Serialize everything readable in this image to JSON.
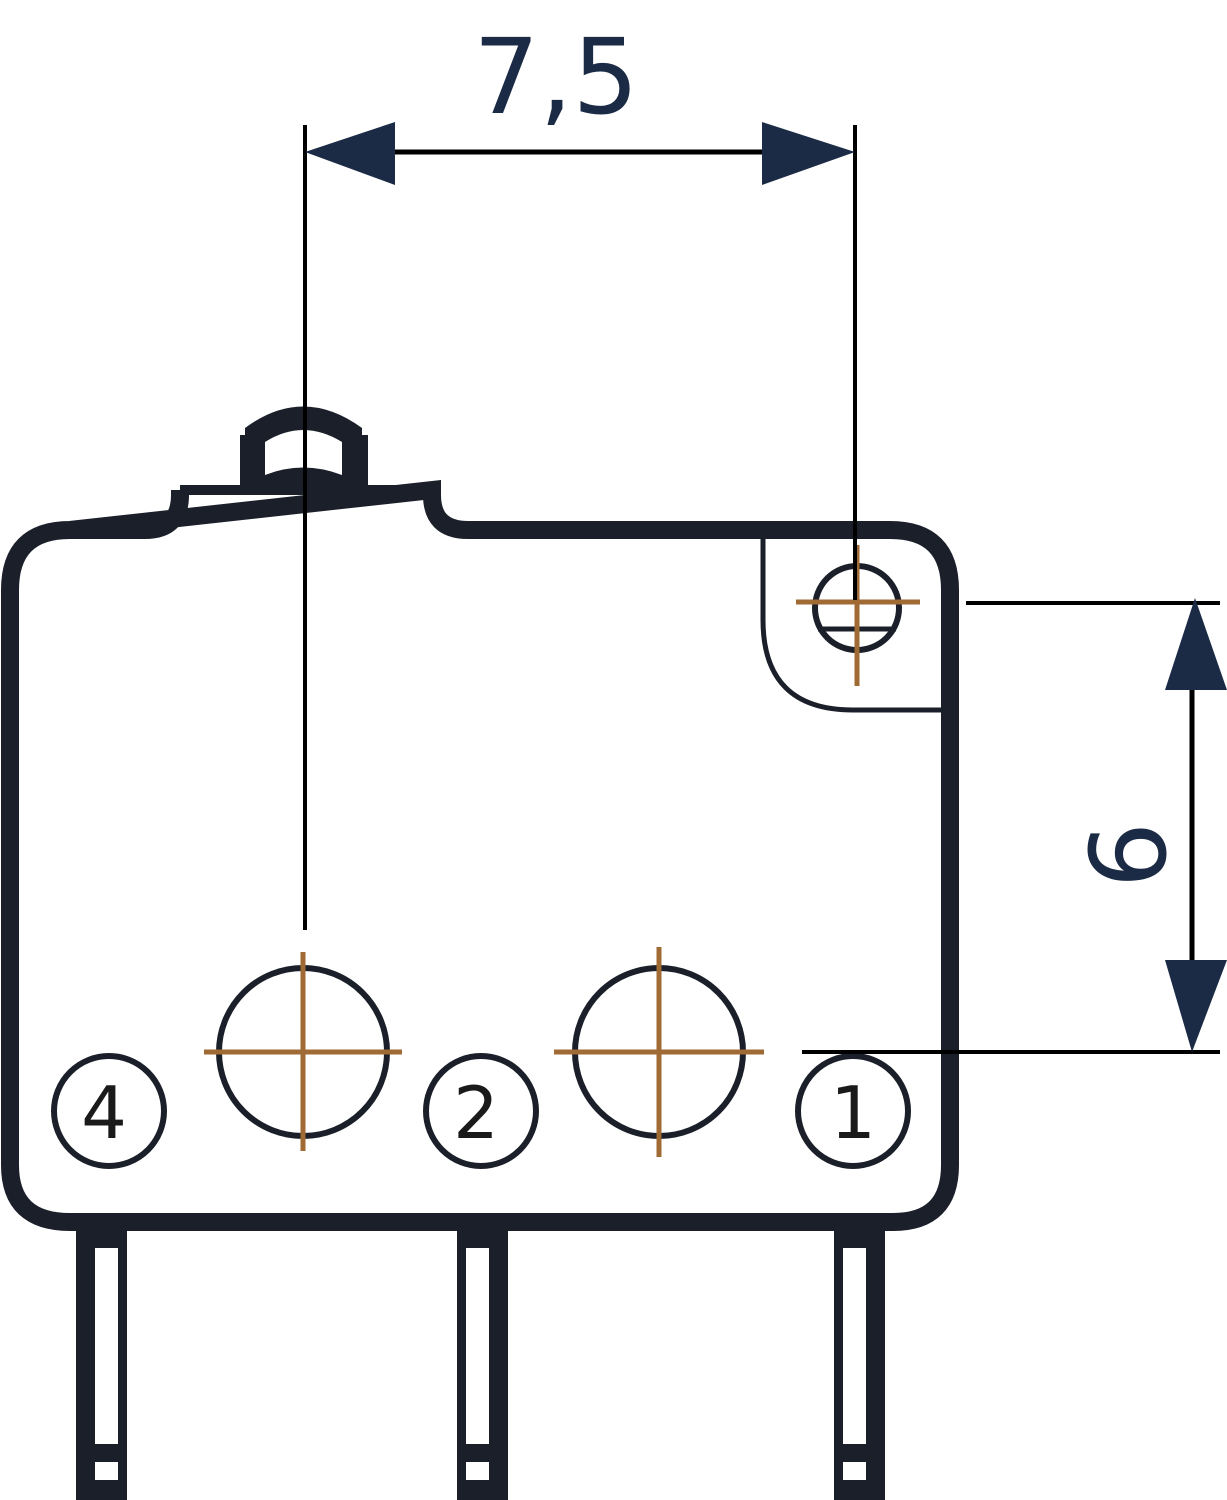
{
  "diagram": {
    "type": "technical-dimension-drawing",
    "subject": "microswitch outline",
    "colors": {
      "outline": "#1a1f29",
      "dimension_arrow": "#1c2b45",
      "centerline": "#a06a35",
      "background": "#ffffff"
    },
    "dimensions": {
      "horizontal": {
        "label": "7,5"
      },
      "vertical": {
        "label": "6"
      }
    },
    "terminals": [
      {
        "label": "4"
      },
      {
        "label": "2"
      },
      {
        "label": "1"
      }
    ],
    "mounting_holes": 2,
    "pins": 3
  }
}
